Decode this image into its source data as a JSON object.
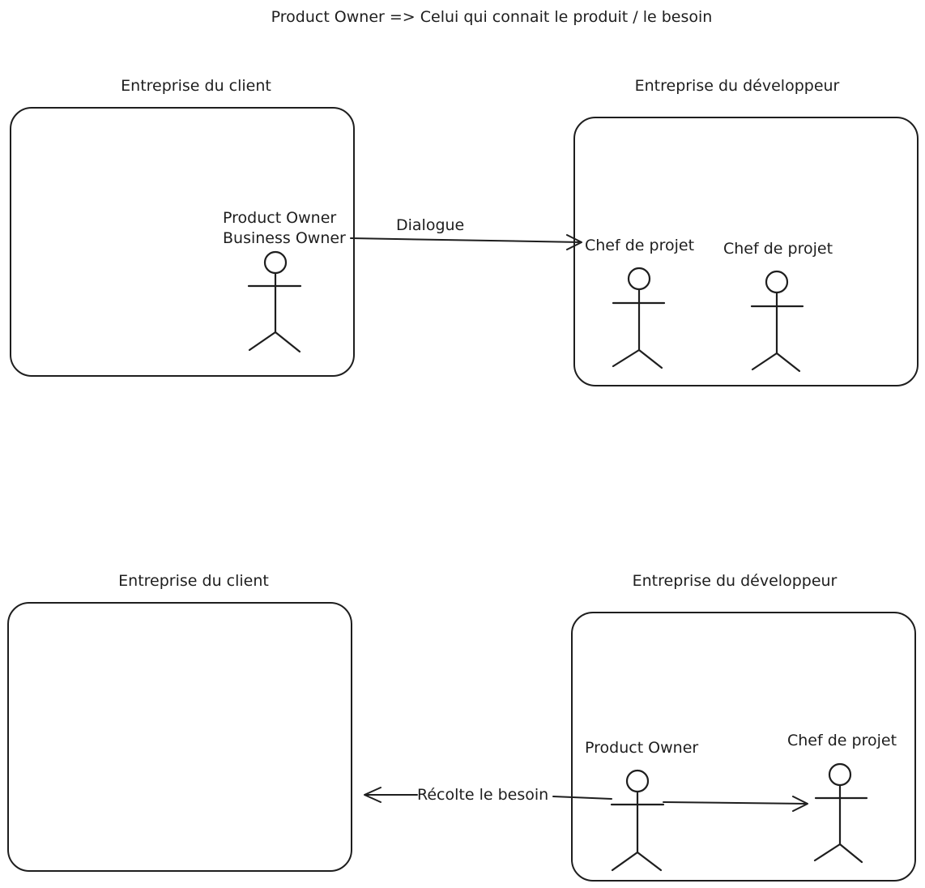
{
  "diagram": {
    "title": "Product Owner => Celui qui connait le produit / le besoin",
    "scenario_1": {
      "client_company_label": "Entreprise du client",
      "developer_company_label": "Entreprise du développeur",
      "client_actor_label_line1": "Product Owner",
      "client_actor_label_line2": "Business Owner",
      "arrow_label": "Dialogue",
      "developer_actor_1_label": "Chef de projet",
      "developer_actor_2_label": "Chef de projet"
    },
    "scenario_2": {
      "client_company_label": "Entreprise du client",
      "developer_company_label": "Entreprise du développeur",
      "developer_actor_1_label": "Product Owner",
      "developer_actor_2_label": "Chef de projet",
      "arrow_label": "Récolte le besoin"
    }
  }
}
